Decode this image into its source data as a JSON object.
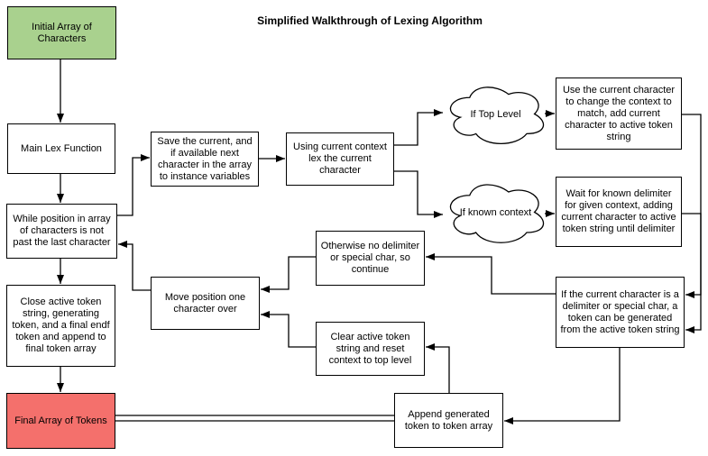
{
  "title": "Simplified Walkthrough of Lexing Algorithm",
  "colors": {
    "start_node_fill": "#a9d18e",
    "end_node_fill": "#f4706c",
    "node_fill": "#ffffff",
    "line_color": "#000000"
  },
  "nodes": {
    "initial_array": {
      "label": "Initial Array of Characters"
    },
    "main_lex": {
      "label": "Main Lex Function"
    },
    "while_position": {
      "label": "While position in array of characters is not past the last character"
    },
    "close_active": {
      "label": "Close active token string, generating token, and a final endf token and append to final token array"
    },
    "final_array": {
      "label": "Final Array of Tokens"
    },
    "save_current": {
      "label": "Save the current, and if available next character in the array to instance variables"
    },
    "using_context": {
      "label": "Using current context lex the current character"
    },
    "cloud_top_level": {
      "label": "If Top Level"
    },
    "cloud_known_context": {
      "label": "If known context"
    },
    "use_character": {
      "label": "Use the current character to change the context to match, add current character to active token string"
    },
    "wait_delimiter": {
      "label": "Wait for known delimiter for given context, adding current character to active token string until delimiter"
    },
    "if_delimiter": {
      "label": "If the current character is a delimiter or special char, a token can be generated from the active token string"
    },
    "otherwise_continue": {
      "label": "Otherwise no delimiter or special char, so continue"
    },
    "move_position": {
      "label": "Move position one character over"
    },
    "clear_token": {
      "label": "Clear active token string and reset context to top level"
    },
    "append_token": {
      "label": "Append generated token to token array"
    }
  },
  "edges": [
    {
      "from": "initial_array",
      "to": "main_lex"
    },
    {
      "from": "main_lex",
      "to": "while_position"
    },
    {
      "from": "while_position",
      "to": "save_current"
    },
    {
      "from": "save_current",
      "to": "using_context"
    },
    {
      "from": "using_context",
      "to": "cloud_top_level"
    },
    {
      "from": "using_context",
      "to": "cloud_known_context"
    },
    {
      "from": "cloud_top_level",
      "to": "use_character"
    },
    {
      "from": "cloud_known_context",
      "to": "wait_delimiter"
    },
    {
      "from": "use_character",
      "to": "if_delimiter"
    },
    {
      "from": "wait_delimiter",
      "to": "if_delimiter"
    },
    {
      "from": "if_delimiter",
      "to": "otherwise_continue"
    },
    {
      "from": "if_delimiter",
      "to": "append_token"
    },
    {
      "from": "otherwise_continue",
      "to": "move_position"
    },
    {
      "from": "clear_token",
      "to": "move_position"
    },
    {
      "from": "move_position",
      "to": "while_position"
    },
    {
      "from": "append_token",
      "to": "clear_token"
    },
    {
      "from": "append_token",
      "to": "final_array"
    },
    {
      "from": "while_position",
      "to": "close_active"
    },
    {
      "from": "close_active",
      "to": "final_array"
    }
  ]
}
